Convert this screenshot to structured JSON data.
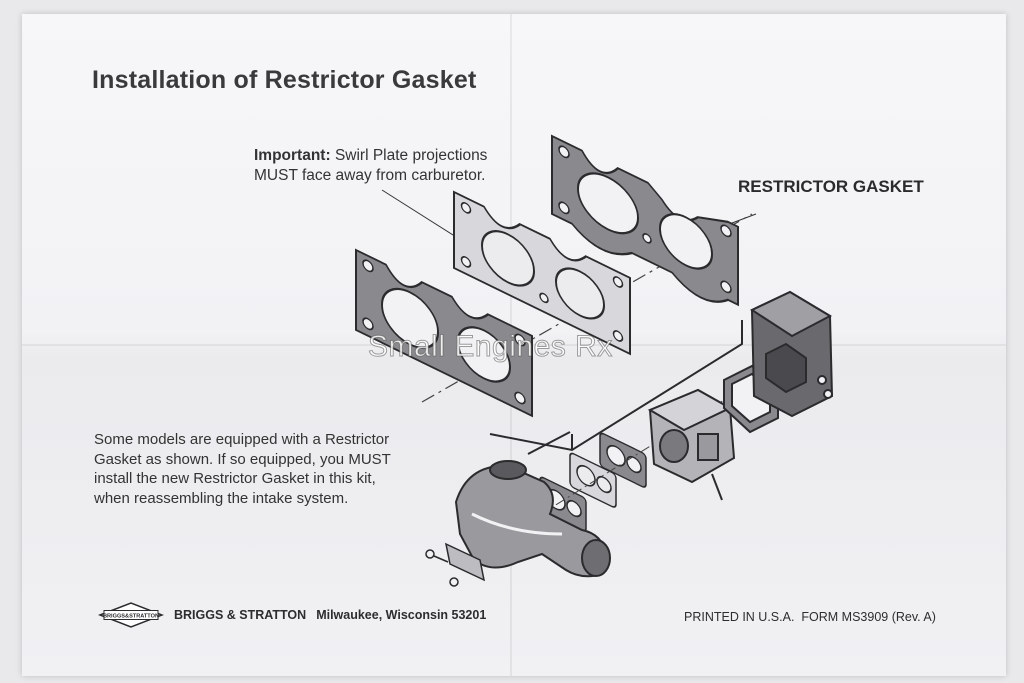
{
  "document": {
    "title": "Installation of Restrictor Gasket",
    "important_label": "Important:",
    "important_line1": "Swirl Plate projections",
    "important_line2": "MUST face away from carburetor.",
    "callout_label": "RESTRICTOR GASKET",
    "body_line1": "Some models are equipped with a Restrictor",
    "body_line2": "Gasket as shown. If so equipped, you MUST",
    "body_line3": "install the new Restrictor Gasket in this kit,",
    "body_line4": "when reassembling the intake system.",
    "logo_text": "BRIGGS&STRATTON",
    "company": "BRIGGS & STRATTON",
    "address": "Milwaukee, Wisconsin 53201",
    "printed": "PRINTED IN U.S.A.",
    "form": "FORM MS3909 (Rev. A)",
    "watermark": "Small Engines Rx"
  },
  "colors": {
    "paper": "#f4f4f6",
    "gasket_fill": "#8a8a8e",
    "plate_fill": "#d8d8dc",
    "ink": "#2b2b2e"
  }
}
